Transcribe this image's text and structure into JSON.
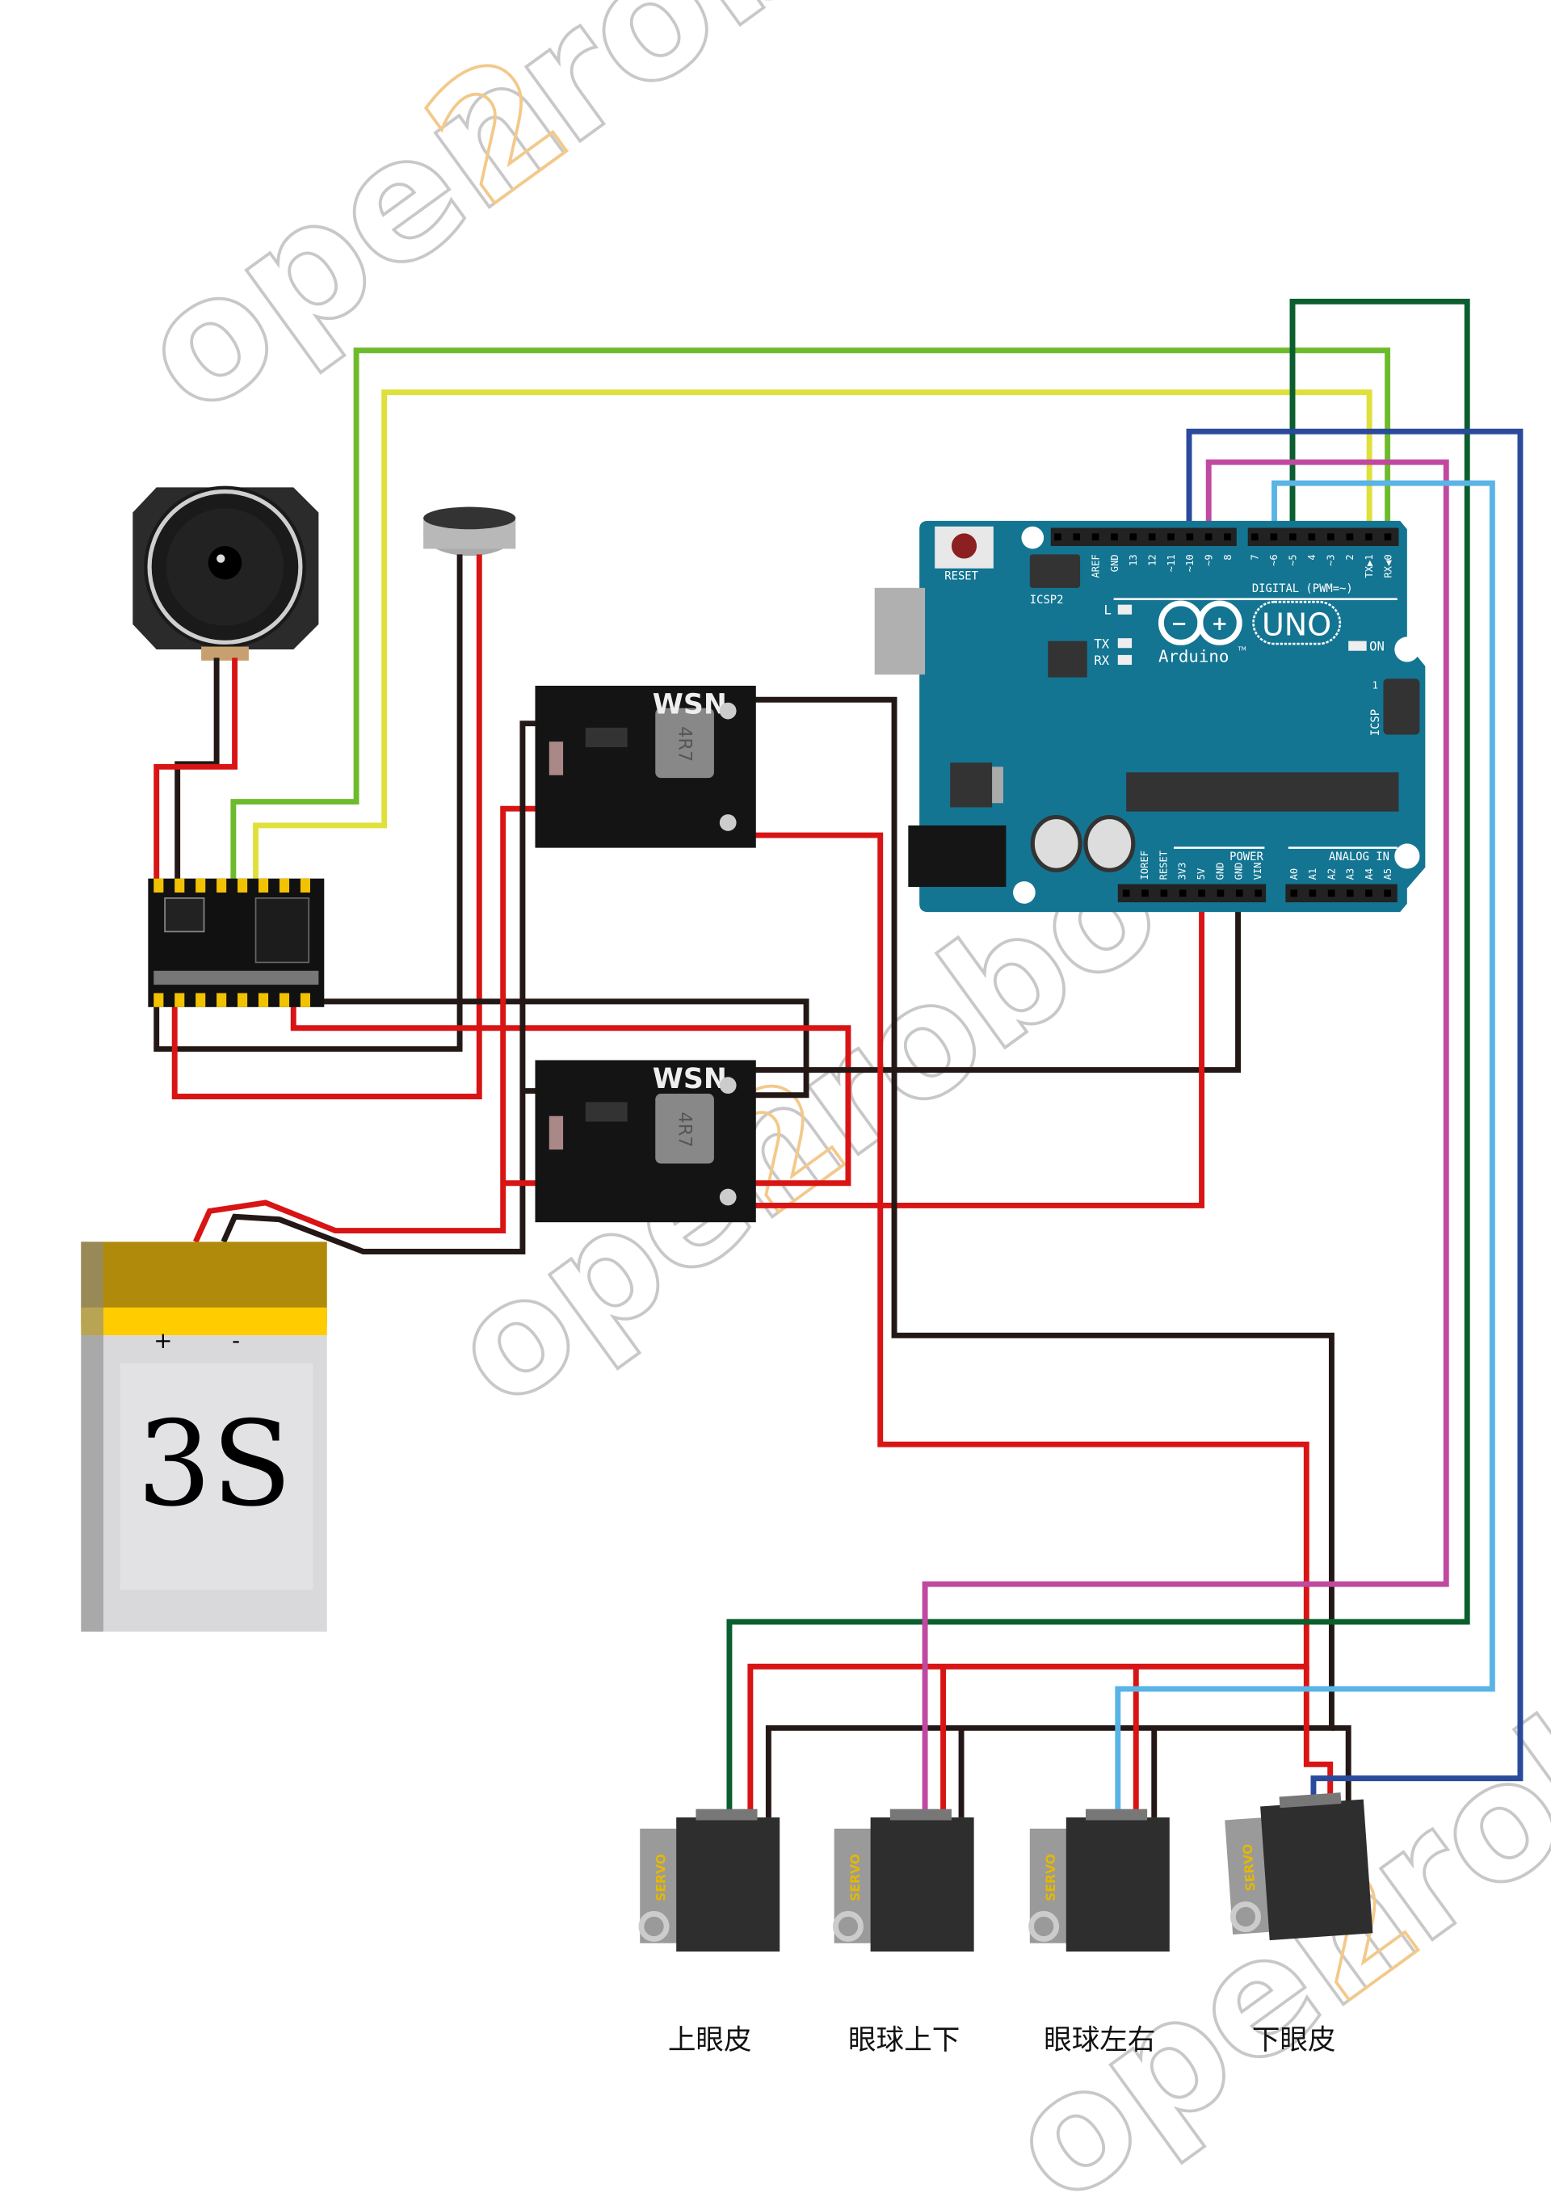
{
  "watermark": {
    "part1": "open",
    "part2": "2",
    "part3": "robo",
    "gray": "#c8c8c8",
    "orange": "#f3c98a"
  },
  "colors": {
    "wire_red": "#d81414",
    "wire_black": "#231816",
    "wire_lime": "#6dbb2b",
    "wire_yellow": "#dfe03a",
    "wire_darkgreen": "#0b5e2e",
    "wire_navy": "#2a4a9c",
    "wire_magenta": "#c04aa0",
    "wire_lightblue": "#5ab4e6",
    "arduino_board": "#137592",
    "battery_top": "#b08a0a",
    "battery_band": "#ffcc00",
    "battery_body": "#d9d9db"
  },
  "arduino": {
    "reset": "RESET",
    "icsp2": "ICSP2",
    "digital": "DIGITAL (PWM=~)",
    "logo": "UNO",
    "brand": "Arduino",
    "tm": "TM",
    "tx": "TX",
    "rx": "RX",
    "l": "L",
    "on": "ON",
    "icsp": "ICSP",
    "icsp_pin1": "1",
    "power": "POWER",
    "analog": "ANALOG IN",
    "top_left_pins": [
      "AREF",
      "GND",
      "13",
      "12",
      "~11",
      "~10",
      "~9",
      "8"
    ],
    "top_right_pins": [
      "7",
      "~6",
      "~5",
      "4",
      "~3",
      "2",
      "TX▶1",
      "RX◀0"
    ],
    "bottom_power_pins": [
      "IOREF",
      "RESET",
      "3V3",
      "5V",
      "GND",
      "GND",
      "VIN"
    ],
    "bottom_analog_pins": [
      "A0",
      "A1",
      "A2",
      "A3",
      "A4",
      "A5"
    ]
  },
  "buck_modules": [
    {
      "brand": "WSN",
      "inductor": "4R7"
    },
    {
      "brand": "WSN",
      "inductor": "4R7"
    }
  ],
  "battery": {
    "label": "3S",
    "plus": "+",
    "minus": "-"
  },
  "servos": [
    {
      "tag": "SERVO",
      "caption": "上眼皮"
    },
    {
      "tag": "SERVO",
      "caption": "眼球上下"
    },
    {
      "tag": "SERVO",
      "caption": "眼球左右"
    },
    {
      "tag": "SERVO",
      "caption": "下眼皮"
    }
  ]
}
